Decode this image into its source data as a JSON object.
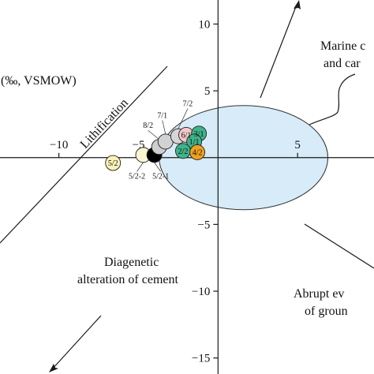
{
  "chart_data": {
    "type": "scatter",
    "ylabel": "(‰, VSMOW)",
    "xlim": [
      -13.7,
      9.8
    ],
    "ylim": [
      -16.2,
      11.8
    ],
    "x_ticks": [
      {
        "value": -10,
        "label": "−10"
      },
      {
        "value": -5,
        "label": "−5"
      },
      {
        "value": 5,
        "label": "5"
      }
    ],
    "y_ticks": [
      {
        "value": 10,
        "label": "10"
      },
      {
        "value": 5,
        "label": "5"
      },
      {
        "value": -5,
        "label": "−5"
      },
      {
        "value": -10,
        "label": "−10"
      },
      {
        "value": -15,
        "label": "−15"
      }
    ],
    "marine_field": {
      "cx": 1.6,
      "cy": 0.0,
      "rx": 5.3,
      "ry": 3.9,
      "color": "#d7ebf8"
    },
    "points": [
      {
        "label": "5/2",
        "x": -6.6,
        "y": -0.4,
        "color": "#f8f2b8",
        "label_position": "inside"
      },
      {
        "label": "5/2-2",
        "x": -4.7,
        "y": 0.2,
        "color": "#fbf6d2",
        "label_position": "below"
      },
      {
        "label": "5/2-1",
        "x": -4.0,
        "y": 0.2,
        "color": "#000000",
        "label_position": "below"
      },
      {
        "label": "8/2",
        "x": -3.7,
        "y": 0.8,
        "color": "#cfcfcf",
        "label_position": "above"
      },
      {
        "label": "7/1",
        "x": -3.3,
        "y": 1.2,
        "color": "#d2d2d2",
        "label_position": "above"
      },
      {
        "label": "7/2",
        "x": -2.5,
        "y": 1.6,
        "color": "#d6d6d6",
        "label_position": "above"
      },
      {
        "label": "6/1",
        "x": -2.0,
        "y": 1.7,
        "color": "#f5c8c8",
        "label_position": "inside"
      },
      {
        "label": "3/1",
        "x": -1.2,
        "y": 1.8,
        "color": "#3fb38a",
        "label_position": "inside"
      },
      {
        "label": "1/1",
        "x": -1.5,
        "y": 1.2,
        "color": "#3fb38a",
        "label_position": "inside"
      },
      {
        "label": "2/2",
        "x": -2.2,
        "y": 0.5,
        "color": "#3fb38a",
        "label_position": "inside"
      },
      {
        "label": "4/2",
        "x": -1.3,
        "y": 0.4,
        "color": "#f0a020",
        "label_position": "inside"
      }
    ]
  },
  "annotations": {
    "lithification": "Lithification",
    "marine_line1": "Marine c",
    "marine_line2": "and car",
    "diagenetic_line1": "Diagenetic",
    "diagenetic_line2": "alteration of cement",
    "abrupt_line1": "Abrupt ev",
    "abrupt_line2": "of groun"
  }
}
